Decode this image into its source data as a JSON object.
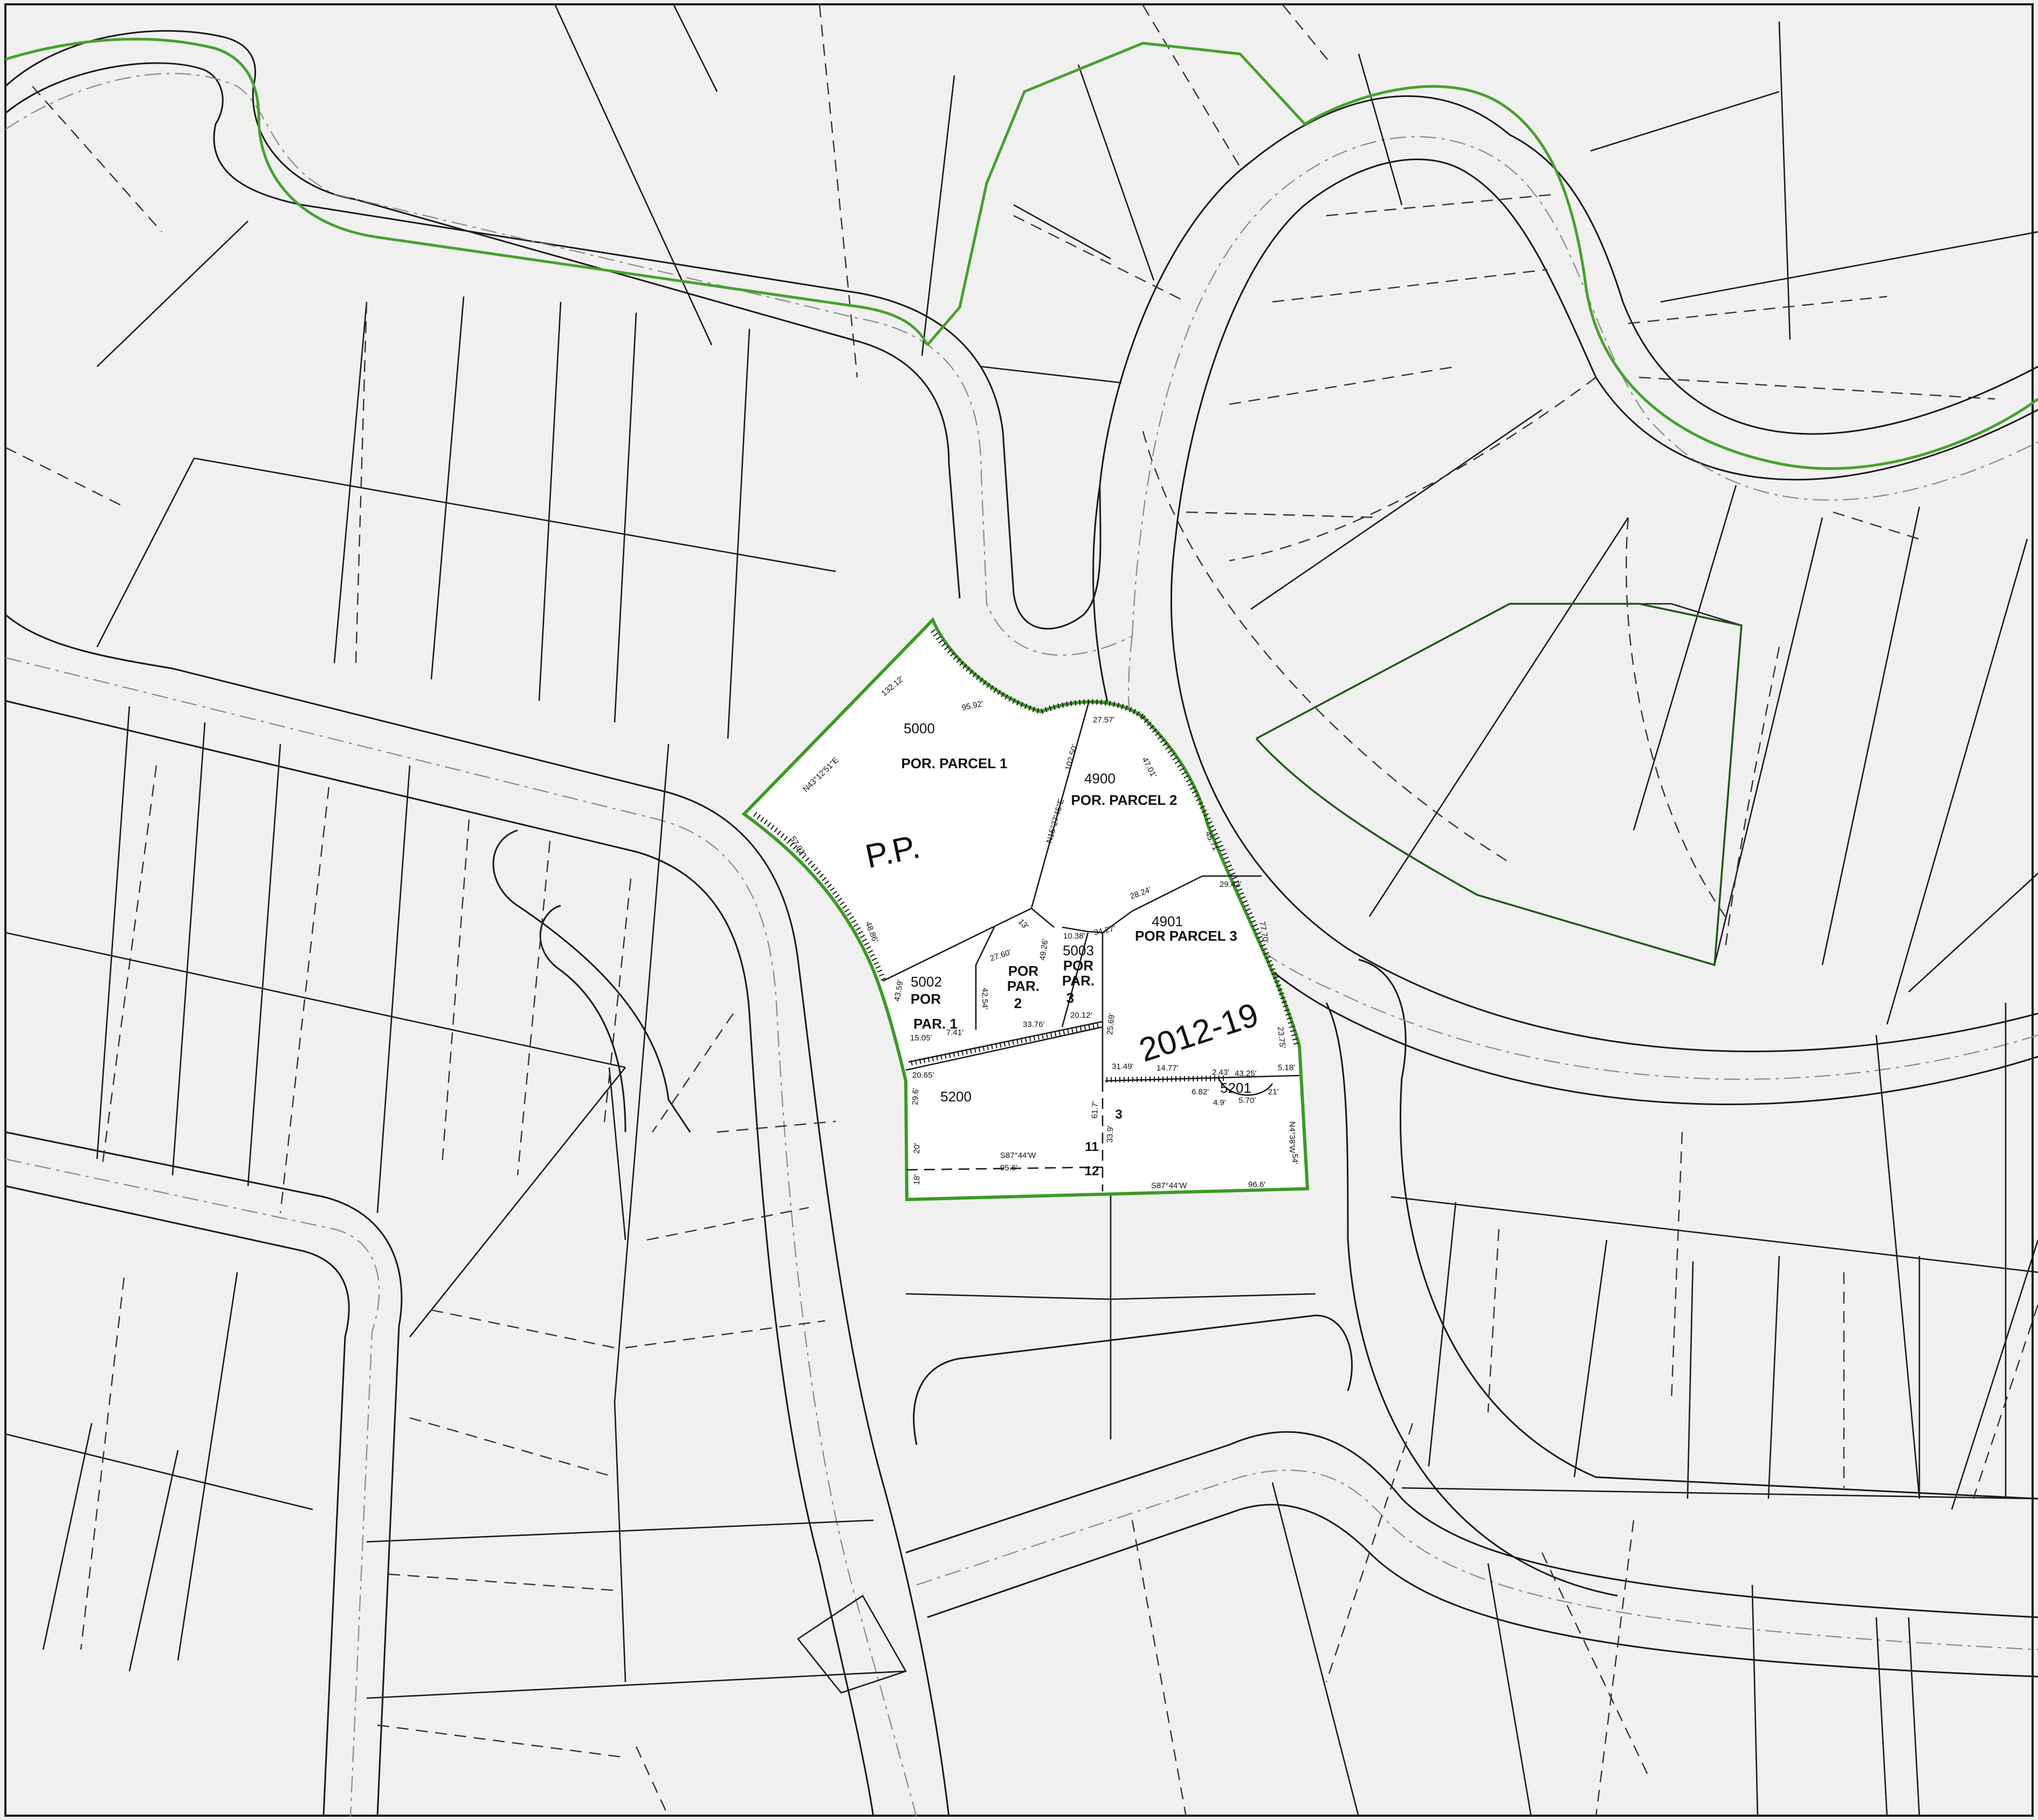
{
  "map": {
    "case_number": "2012-19",
    "pp_label": "P.P.",
    "parcels": [
      {
        "id": "5000",
        "desc": "POR. PARCEL 1"
      },
      {
        "id": "4900",
        "desc": "POR. PARCEL 2"
      },
      {
        "id": "4901",
        "desc": "POR PARCEL 3"
      },
      {
        "id": "5002",
        "desc": "POR PAR. 1"
      },
      {
        "id": "5003",
        "desc": "POR PAR. 3"
      },
      {
        "id": "5200",
        "desc": ""
      },
      {
        "id": "5201",
        "desc": ""
      }
    ],
    "labels": {
      "por_par2_a": "POR",
      "por_par2_b": "PAR.",
      "por_par2_c": "2",
      "por_par3_a": "POR",
      "por_par3_b": "PAR.",
      "por_par3_c": "3",
      "p5002_a": "POR",
      "p5002_b": "PAR. 1",
      "lot_3": "3",
      "lot_11": "11",
      "lot_12": "12"
    },
    "dimensions": {
      "d1": "132.12'",
      "d2": "95.92'",
      "d3": "N43°12'51\"E",
      "d4": "57.02'",
      "d5": "48.86'",
      "d6": "27.57'",
      "d7": "102.50'",
      "d8": "N15°27'45\"E",
      "d9": "47.01'",
      "d10": "45.71'",
      "d11": "29.42'",
      "d12": "28.24'",
      "d13": "10.38'",
      "d14": "34.27'",
      "d15": "77.70'",
      "d16": "27.60'",
      "d17": "49.26'",
      "d18": "13'",
      "d19": "42.54'",
      "d20": "43.59'",
      "d21": "15.05'",
      "d22": "7.41'",
      "d23": "33.76'",
      "d24": "20.12'",
      "d25": "20.65'",
      "d26": "25.69'",
      "d27": "23.75'",
      "d28": "31.49'",
      "d29": "14.77'",
      "d30": "2.43'",
      "d31": "43.25'",
      "d32": "5.18'",
      "d33": "6.82'",
      "d34": "4.9'",
      "d35": "5.70'",
      "d36": "21'",
      "d37": "29.6'",
      "d38": "61.7'",
      "d39": "N4°38'W",
      "d40": "20'",
      "d41": "S87°44'W",
      "d42": "95.6'",
      "d43": "33.9'",
      "d44": "18'",
      "d45": "S87°44'W",
      "d46": "96.6'",
      "d47": "54'"
    },
    "colors": {
      "highlight_outline": "#3b9a25",
      "boundary_green": "#46a12e",
      "dark_green": "#1f5a14",
      "lot_fill": "#f0f0f0",
      "subject_fill": "#ffffff"
    }
  }
}
